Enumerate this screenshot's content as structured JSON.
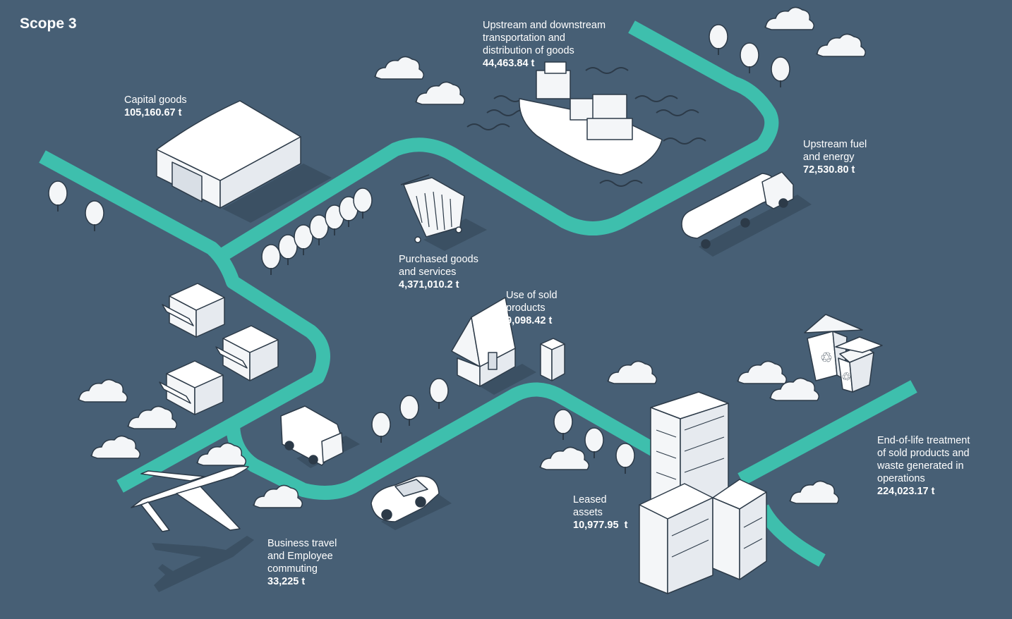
{
  "title": "Scope 3",
  "colors": {
    "background": "#475f75",
    "road": "#3ebfad",
    "object_fill": "#f4f6f8",
    "object_outline": "#2c3a48",
    "shadow": "#3b5063",
    "text": "#ffffff"
  },
  "categories": [
    {
      "id": "upstream_transport",
      "lines": [
        "Upstream  and downstream",
        "transportation and",
        "distribution of goods"
      ],
      "value": "44,463.84 t",
      "icon": "cargo-ship-icon"
    },
    {
      "id": "capital_goods",
      "lines": [
        "Capital goods"
      ],
      "value": "105,160.67 t",
      "icon": "warehouse-icon"
    },
    {
      "id": "fuel_energy",
      "lines": [
        "Upstream fuel",
        "and energy"
      ],
      "value": "72,530.80 t",
      "icon": "tanker-truck-icon"
    },
    {
      "id": "purchased_goods",
      "lines": [
        "Purchased goods",
        "and services"
      ],
      "value": "4,371,010.2 t",
      "icon": "shopping-cart-icon"
    },
    {
      "id": "use_sold_products",
      "lines": [
        "Use of sold",
        "products"
      ],
      "value": "9,098.42 t",
      "icon": "house-icon"
    },
    {
      "id": "end_of_life",
      "lines": [
        "End-of-life treatment",
        "of sold products and",
        "waste generated in",
        "operations"
      ],
      "value": "224,023.17 t",
      "icon": "recycle-bin-icon"
    },
    {
      "id": "leased_assets",
      "lines": [
        "Leased",
        "assets"
      ],
      "value": "10,977.95  t",
      "icon": "office-building-icon"
    },
    {
      "id": "business_travel",
      "lines": [
        "Business travel",
        "and Employee",
        "commuting"
      ],
      "value": "33,225 t",
      "icon": "airplane-icon"
    }
  ]
}
